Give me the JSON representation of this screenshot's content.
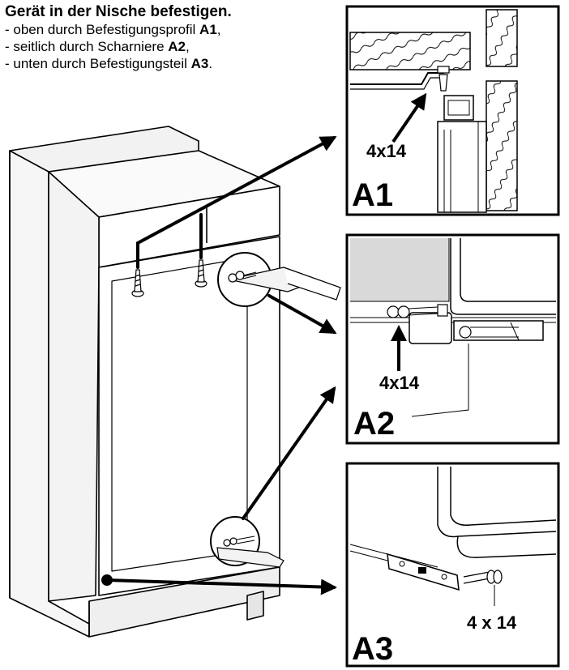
{
  "instructions": {
    "title": "Gerät in der Nische befestigen.",
    "steps": [
      {
        "text": "- oben durch Befestigungsprofil ",
        "ref": "A1",
        "end": ","
      },
      {
        "text": "- seitlich durch Scharniere ",
        "ref": "A2",
        "end": ","
      },
      {
        "text": "- unten durch Befestigungsteil ",
        "ref": "A3",
        "end": "."
      }
    ]
  },
  "details": {
    "a1": {
      "label": "A1",
      "screw": "4x14"
    },
    "a2": {
      "label": "A2",
      "screw": "4x14"
    },
    "a3": {
      "label": "A3",
      "screw": "4 x 14"
    }
  }
}
